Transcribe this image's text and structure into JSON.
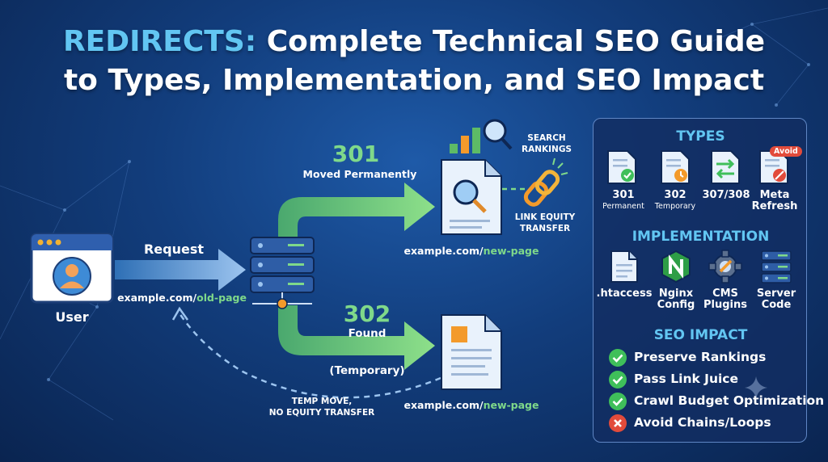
{
  "title": {
    "accent": "REDIRECTS:",
    "line1_rest": "Complete Technical SEO Guide",
    "line2": "to Types, Implementation, and SEO Impact"
  },
  "flow": {
    "user_label": "User",
    "request_label": "Request",
    "old_url_base": "example.com/",
    "old_url_path": "old-page",
    "code_301": "301",
    "code_301_desc": "Moved Permanently",
    "code_302": "302",
    "code_302_desc": "Found",
    "code_302_note": "(Temporary)",
    "new_url_base": "example.com/",
    "new_url_path": "new-page",
    "search_rankings": [
      "SEARCH",
      "RANKINGS"
    ],
    "link_equity": [
      "LINK EQUITY",
      "TRANSFER"
    ],
    "temp_move": [
      "TEMP MOVE,",
      "NO EQUITY TRANSFER"
    ]
  },
  "panel": {
    "types_heading": "TYPES",
    "types": [
      {
        "code": "301",
        "sub": "Permanent",
        "icon": "doc-check-icon"
      },
      {
        "code": "302",
        "sub": "Temporary",
        "icon": "doc-clock-icon"
      },
      {
        "code": "307/308",
        "sub": "",
        "icon": "doc-arrows-icon"
      },
      {
        "code": "Meta",
        "sub": "Refresh",
        "icon": "doc-ban-icon",
        "badge": "Avoid"
      }
    ],
    "impl_heading": "IMPLEMENTATION",
    "impl": [
      {
        "line1": ".htaccess",
        "line2": "",
        "icon": "file-icon"
      },
      {
        "line1": "Nginx",
        "line2": "Config",
        "icon": "nginx-icon"
      },
      {
        "line1": "CMS",
        "line2": "Plugins",
        "icon": "gear-wrench-icon"
      },
      {
        "line1": "Server",
        "line2": "Code",
        "icon": "server-icon"
      }
    ],
    "impact_heading": "SEO IMPACT",
    "impact": [
      {
        "text": "Preserve Rankings",
        "status": "good"
      },
      {
        "text": "Pass Link Juice",
        "status": "good"
      },
      {
        "text": "Crawl Budget Optimization",
        "status": "good"
      },
      {
        "text": "Avoid Chains/Loops",
        "status": "bad"
      }
    ]
  },
  "colors": {
    "accent": "#62c6f2",
    "green": "#7fd98a",
    "check": "#3fbf5a",
    "cross": "#e24b3b",
    "orange": "#f39a2b"
  }
}
